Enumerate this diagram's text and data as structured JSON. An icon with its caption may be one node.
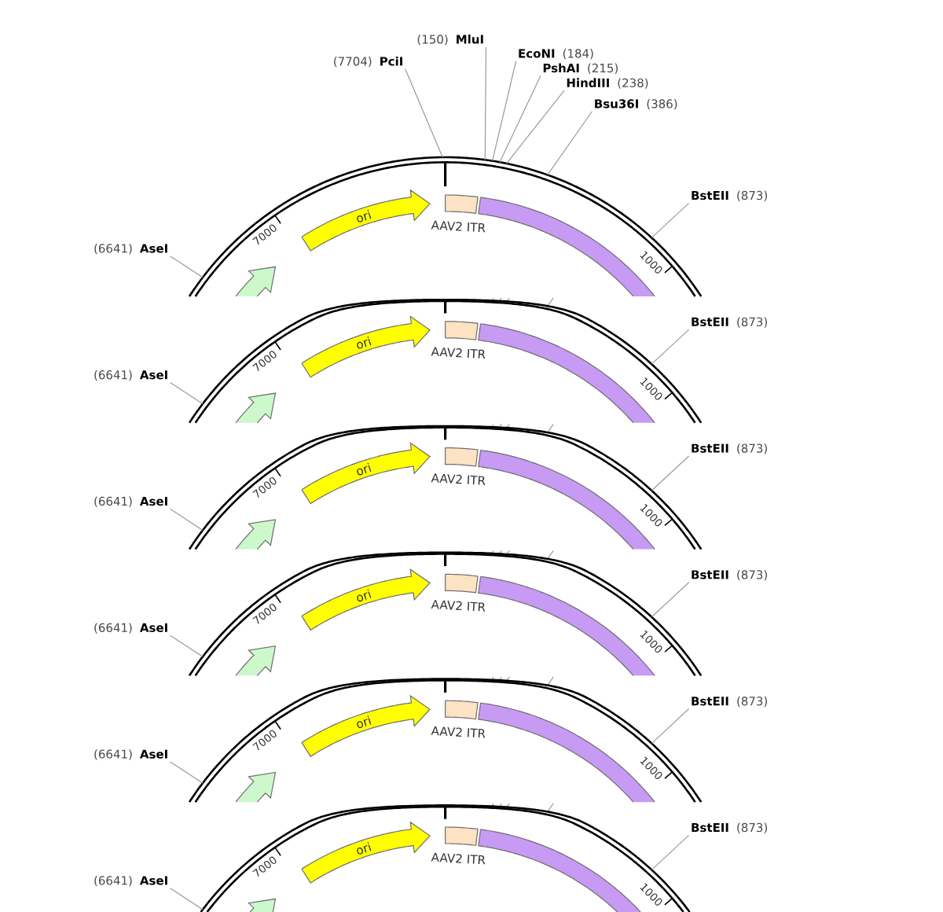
{
  "diagram": {
    "nodes": [
      {
        "text": [
          "(150)",
          "MluI"
        ]
      },
      {
        "text": [
          "EcoNI",
          "(184)"
        ]
      },
      {
        "text": [
          "(7704)",
          "PciI"
        ]
      },
      {
        "text": [
          "PshAI",
          "(215)"
        ]
      },
      {
        "text": [
          "HindIII",
          "(238)"
        ]
      },
      {
        "text": [
          "Bsu36I",
          "(386)"
        ]
      },
      {
        "text": [],
        "shape": "circle"
      },
      {
        "text": [
          "BstEII",
          "(873)"
        ]
      },
      {
        "text": [
          "ori"
        ],
        "in": 6
      },
      {
        "text": [
          "AAV2 ITR"
        ],
        "in": 6
      },
      {
        "text": [],
        "shape": "bar",
        "in": 6
      },
      {
        "text": [
          "(6641)",
          "AseI"
        ]
      },
      {
        "text": [],
        "shape": "arrow",
        "in": 6
      },
      {
        "text": [],
        "shape": "circle"
      },
      {
        "text": [
          "BstEII",
          "(873)"
        ]
      },
      {
        "text": [
          "ori"
        ],
        "in": 13
      },
      {
        "text": [
          "AAV2 ITR"
        ],
        "in": 13
      },
      {
        "text": [],
        "shape": "bar",
        "in": 13
      },
      {
        "text": [
          "(6641)",
          "AseI"
        ]
      },
      {
        "text": [],
        "shape": "arrow",
        "in": 13
      },
      {
        "text": [],
        "shape": "circle"
      },
      {
        "text": [
          "BstEII",
          "(873)"
        ]
      },
      {
        "text": [
          "ori"
        ],
        "in": 20
      },
      {
        "text": [
          "AAV2 ITR"
        ],
        "in": 20
      },
      {
        "text": [],
        "shape": "bar",
        "in": 20
      },
      {
        "text": [
          "(6641)",
          "AseI"
        ]
      },
      {
        "text": [],
        "shape": "arrow",
        "in": 20
      },
      {
        "text": [],
        "shape": "circle"
      },
      {
        "text": [
          "BstEII",
          "(873)"
        ]
      },
      {
        "text": [
          "ori"
        ],
        "in": 27
      },
      {
        "text": [
          "AAV2 ITR"
        ],
        "in": 27
      },
      {
        "text": [],
        "shape": "bar",
        "in": 27
      },
      {
        "text": [
          "(6641)",
          "AseI"
        ]
      },
      {
        "text": [],
        "shape": "arrow",
        "in": 27
      },
      {
        "text": [],
        "shape": "circle"
      },
      {
        "text": [
          "BstEII",
          "(873)"
        ]
      },
      {
        "text": [
          "ori"
        ],
        "in": 34
      },
      {
        "text": [
          "AAV2 ITR"
        ],
        "in": 34
      },
      {
        "text": [],
        "shape": "bar",
        "in": 34
      },
      {
        "text": [
          "(6641)",
          "AseI"
        ]
      },
      {
        "text": [],
        "shape": "arrow",
        "in": 34
      },
      {
        "text": [],
        "shape": "circle"
      },
      {
        "text": [
          "BstEII",
          "(873)"
        ]
      },
      {
        "text": [
          "ori"
        ],
        "in": 41
      },
      {
        "text": [
          "AAV2 ITR"
        ],
        "in": 41
      },
      {
        "text": [],
        "shape": "bar",
        "in": 41
      },
      {
        "text": [
          "(6641)",
          "AseI"
        ]
      },
      {
        "text": [],
        "shape": "arrow",
        "in": 41
      }
    ],
    "edges": [
      {
        "from": 0,
        "to": 6,
        "arrow": "none"
      },
      {
        "from": 1,
        "to": 6,
        "arrow": "none"
      },
      {
        "from": 2,
        "to": 6,
        "arrow": "none"
      },
      {
        "from": 3,
        "to": 6,
        "arrow": "none"
      },
      {
        "from": 4,
        "to": 6,
        "arrow": "none"
      },
      {
        "from": 5,
        "to": 6,
        "arrow": "none"
      },
      {
        "from": 7,
        "to": 6,
        "arrow": "none"
      },
      {
        "from": 11,
        "to": 6,
        "arrow": "none"
      },
      {
        "from": 14,
        "to": 13,
        "arrow": "none"
      },
      {
        "from": 18,
        "to": 13,
        "arrow": "none"
      },
      {
        "from": 21,
        "to": 20,
        "arrow": "none"
      },
      {
        "from": 25,
        "to": 20,
        "arrow": "none"
      },
      {
        "from": 28,
        "to": 27,
        "arrow": "none"
      },
      {
        "from": 32,
        "to": 27,
        "arrow": "none"
      },
      {
        "from": 35,
        "to": 34,
        "arrow": "none"
      },
      {
        "from": 39,
        "to": 34,
        "arrow": "none"
      },
      {
        "from": 42,
        "to": 41,
        "arrow": "none"
      },
      {
        "from": 46,
        "to": 41,
        "arrow": "none"
      }
    ],
    "labels": [
      "7000",
      "1000",
      "7000",
      "1000",
      "7000",
      "1000",
      "7000",
      "1000",
      "7000",
      "1000",
      "7000",
      "1000"
    ]
  }
}
